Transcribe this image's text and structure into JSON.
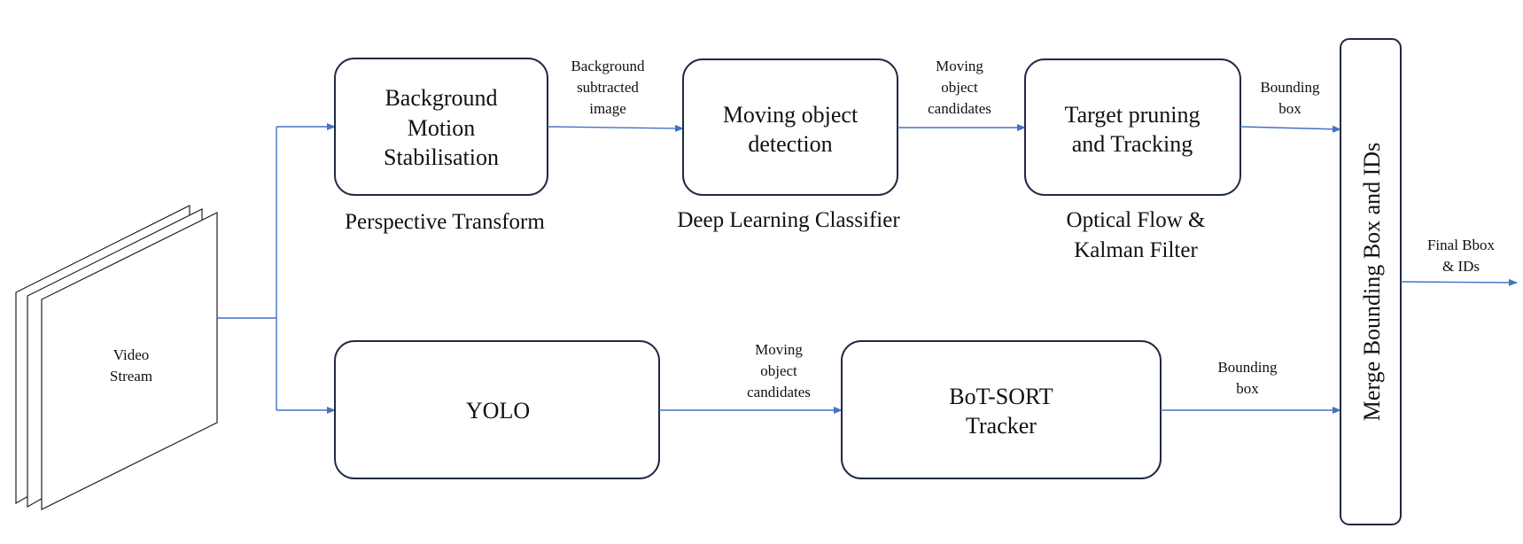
{
  "video": {
    "line1": "Video",
    "line2": "Stream"
  },
  "top_pipeline": {
    "stabilisation": {
      "line1": "Background",
      "line2": "Motion",
      "line3": "Stabilisation",
      "caption": "Perspective Transform"
    },
    "detection": {
      "line1": "Moving object",
      "line2": "detection",
      "caption": "Deep Learning Classifier"
    },
    "tracking": {
      "line1": "Target pruning",
      "line2": "and Tracking",
      "caption_line1": "Optical Flow &",
      "caption_line2": "Kalman Filter"
    },
    "edge_bg": {
      "line1": "Background",
      "line2": "subtracted",
      "line3": "image"
    },
    "edge_candidates": {
      "line1": "Moving",
      "line2": "object",
      "line3": "candidates"
    },
    "edge_bbox": {
      "line1": "Bounding",
      "line2": "box"
    }
  },
  "bottom_pipeline": {
    "yolo": {
      "label": "YOLO"
    },
    "tracker": {
      "line1": "BoT-SORT",
      "line2": "Tracker"
    },
    "edge_candidates": {
      "line1": "Moving",
      "line2": "object",
      "line3": "candidates"
    },
    "edge_bbox": {
      "line1": "Bounding",
      "line2": "box"
    }
  },
  "merge": {
    "label": "Merge Bounding Box and IDs"
  },
  "output": {
    "line1": "Final Bbox",
    "line2": "& IDs"
  },
  "colors": {
    "arrow": "#4472c4",
    "box_stroke": "#1f2a44"
  }
}
